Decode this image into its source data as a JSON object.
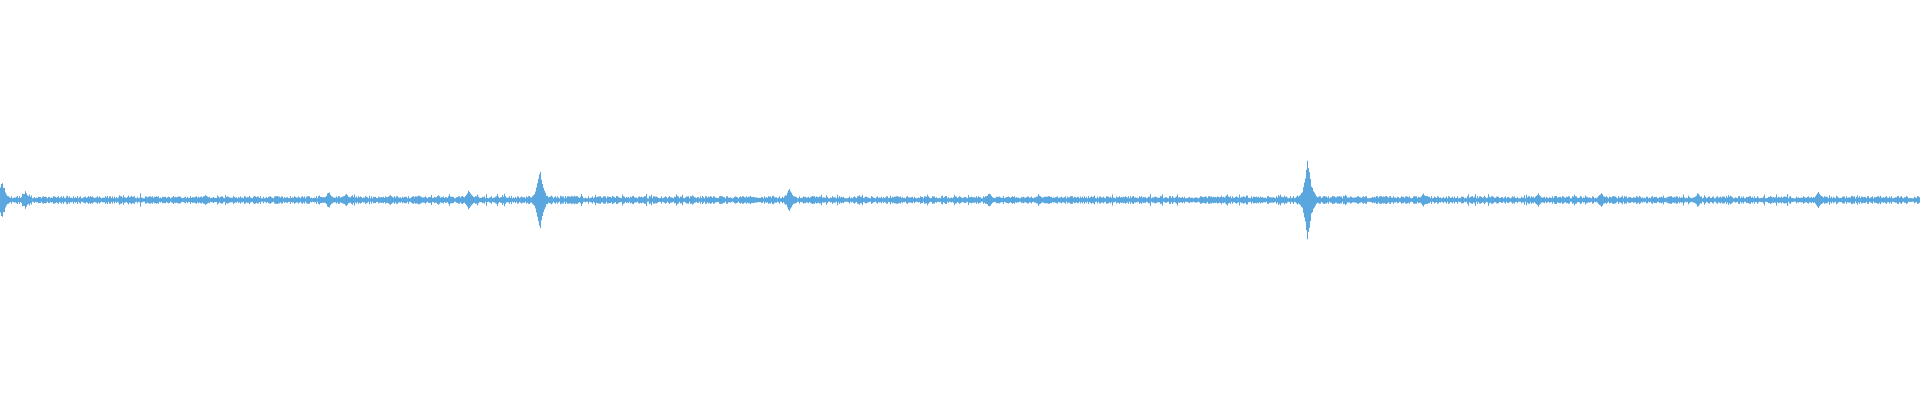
{
  "waveform": {
    "color": "#5aa7e0",
    "background": "#ffffff",
    "peaks": [
      {
        "pos": 0.001,
        "amp": 0.11
      },
      {
        "pos": 0.013,
        "amp": 0.05
      },
      {
        "pos": 0.107,
        "amp": 0.03
      },
      {
        "pos": 0.171,
        "amp": 0.05
      },
      {
        "pos": 0.18,
        "amp": 0.04
      },
      {
        "pos": 0.203,
        "amp": 0.03
      },
      {
        "pos": 0.218,
        "amp": 0.03
      },
      {
        "pos": 0.244,
        "amp": 0.06
      },
      {
        "pos": 0.281,
        "amp": 0.18
      },
      {
        "pos": 0.411,
        "amp": 0.07
      },
      {
        "pos": 0.515,
        "amp": 0.04
      },
      {
        "pos": 0.541,
        "amp": 0.03
      },
      {
        "pos": 0.639,
        "amp": 0.03
      },
      {
        "pos": 0.681,
        "amp": 0.24
      },
      {
        "pos": 0.741,
        "amp": 0.04
      },
      {
        "pos": 0.801,
        "amp": 0.04
      },
      {
        "pos": 0.834,
        "amp": 0.04
      },
      {
        "pos": 0.884,
        "amp": 0.04
      },
      {
        "pos": 0.947,
        "amp": 0.05
      }
    ]
  }
}
